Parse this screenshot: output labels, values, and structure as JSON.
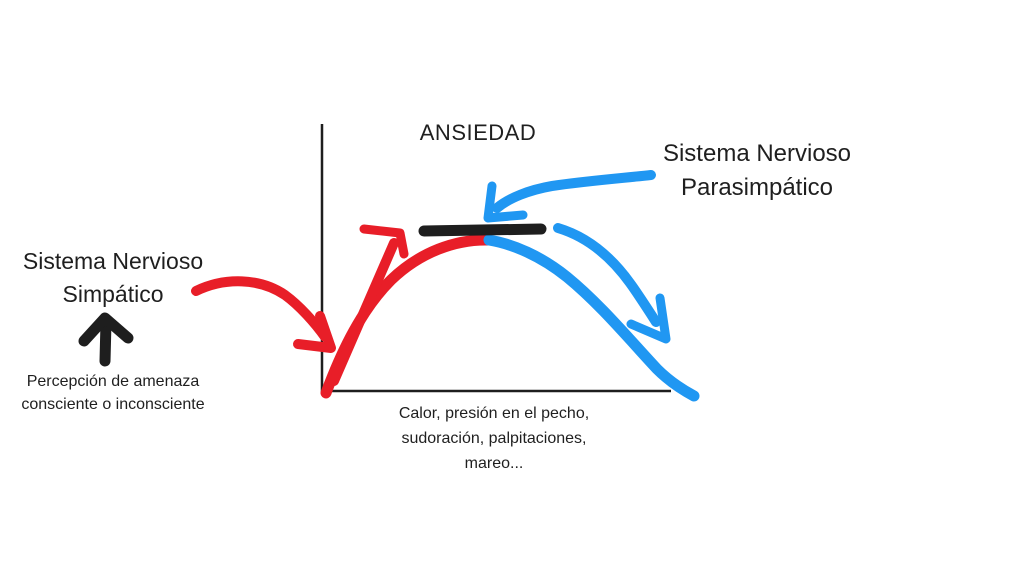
{
  "diagram": {
    "title": "ANSIEDAD",
    "right_label": {
      "line1": "Sistema Nervioso",
      "line2": "Parasimpático"
    },
    "left_label": {
      "line1": "Sistema Nervioso",
      "line2": "Simpático"
    },
    "trigger_note": {
      "line1": "Percepción de amenaza",
      "line2": "consciente o inconsciente"
    },
    "symptoms_note": {
      "line1": "Calor, presión en el pecho,",
      "line2": "sudoración, palpitaciones,",
      "line3": "mareo..."
    }
  },
  "shapes": {
    "axes": "L-shaped x/y chart axes, no tick marks or scale values",
    "anxiety_curve": "hand-drawn bell curve: red rising half, blue falling half",
    "plateau_bar": "thick black horizontal bar above curve peak",
    "up_arrow": "black arrow pointing up from trigger note to Simpático label",
    "red_arrows": "red arrow from Simpático label to curve origin; red arrow rising along curve toward plateau",
    "blue_arrows": "blue arrow from Parasimpático label to plateau; blue arrow curving down along falling half"
  },
  "colors": {
    "background": "#ffffff",
    "ink": "#1e1e1e",
    "sympathetic_red": "#e81e28",
    "parasympathetic_blue": "#2097f2"
  }
}
